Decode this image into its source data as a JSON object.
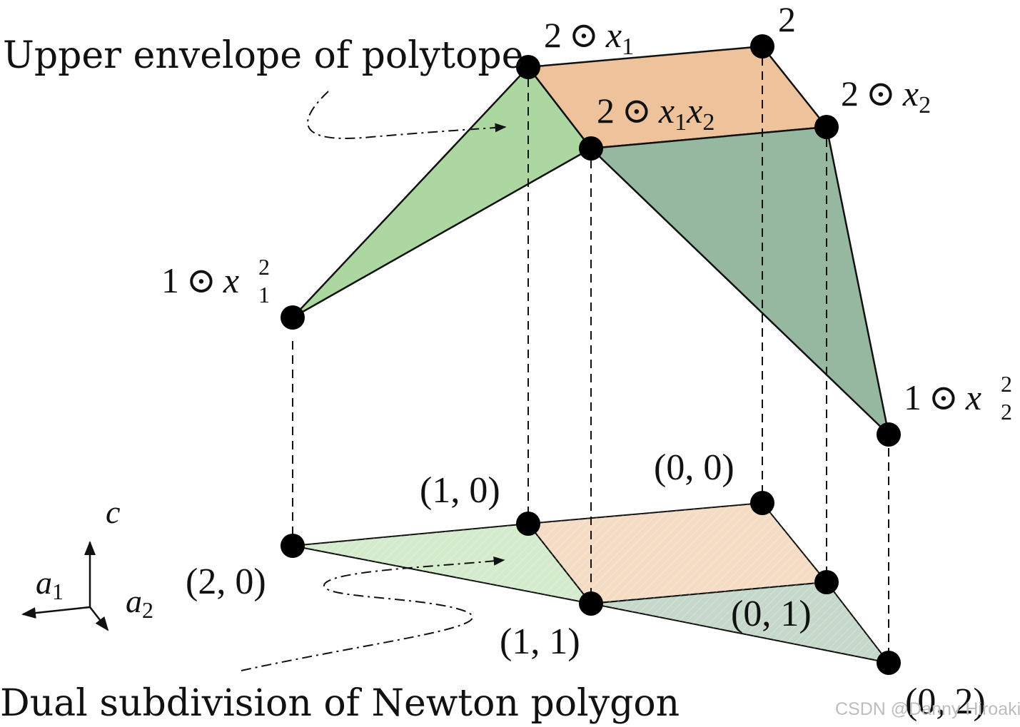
{
  "captions": {
    "upper": "Upper envelope of polytope",
    "lower": "Dual subdivision of Newton polygon"
  },
  "upper_labels": {
    "c2x1": {
      "coef": "2",
      "op": "⊙",
      "var": "x",
      "sub": "1"
    },
    "c2": {
      "coef": "2"
    },
    "c2x2": {
      "coef": "2",
      "op": "⊙",
      "var": "x",
      "sub": "2"
    },
    "c2x1x2": {
      "coef": "2",
      "op": "⊙",
      "var1": "x",
      "sub1": "1",
      "var2": "x",
      "sub2": "2"
    },
    "c1x1sq": {
      "coef": "1",
      "op": "⊙",
      "var": "x",
      "sub": "1",
      "sup": "2"
    },
    "c1x2sq": {
      "coef": "1",
      "op": "⊙",
      "var": "x",
      "sub": "2",
      "sup": "2"
    }
  },
  "lower_labels": {
    "p20": "(2, 0)",
    "p10": "(1, 0)",
    "p00": "(0, 0)",
    "p11": "(1, 1)",
    "p01": "(0, 1)",
    "p02": "(0, 2)"
  },
  "axes": {
    "c": "c",
    "a1_var": "a",
    "a1_sub": "1",
    "a2_var": "a",
    "a2_sub": "2"
  },
  "colors": {
    "orange": "#eec39b",
    "light_green": "#acd7a0",
    "dark_green": "#97b8a0"
  },
  "watermark": "CSDN @Danny Hiroaki"
}
